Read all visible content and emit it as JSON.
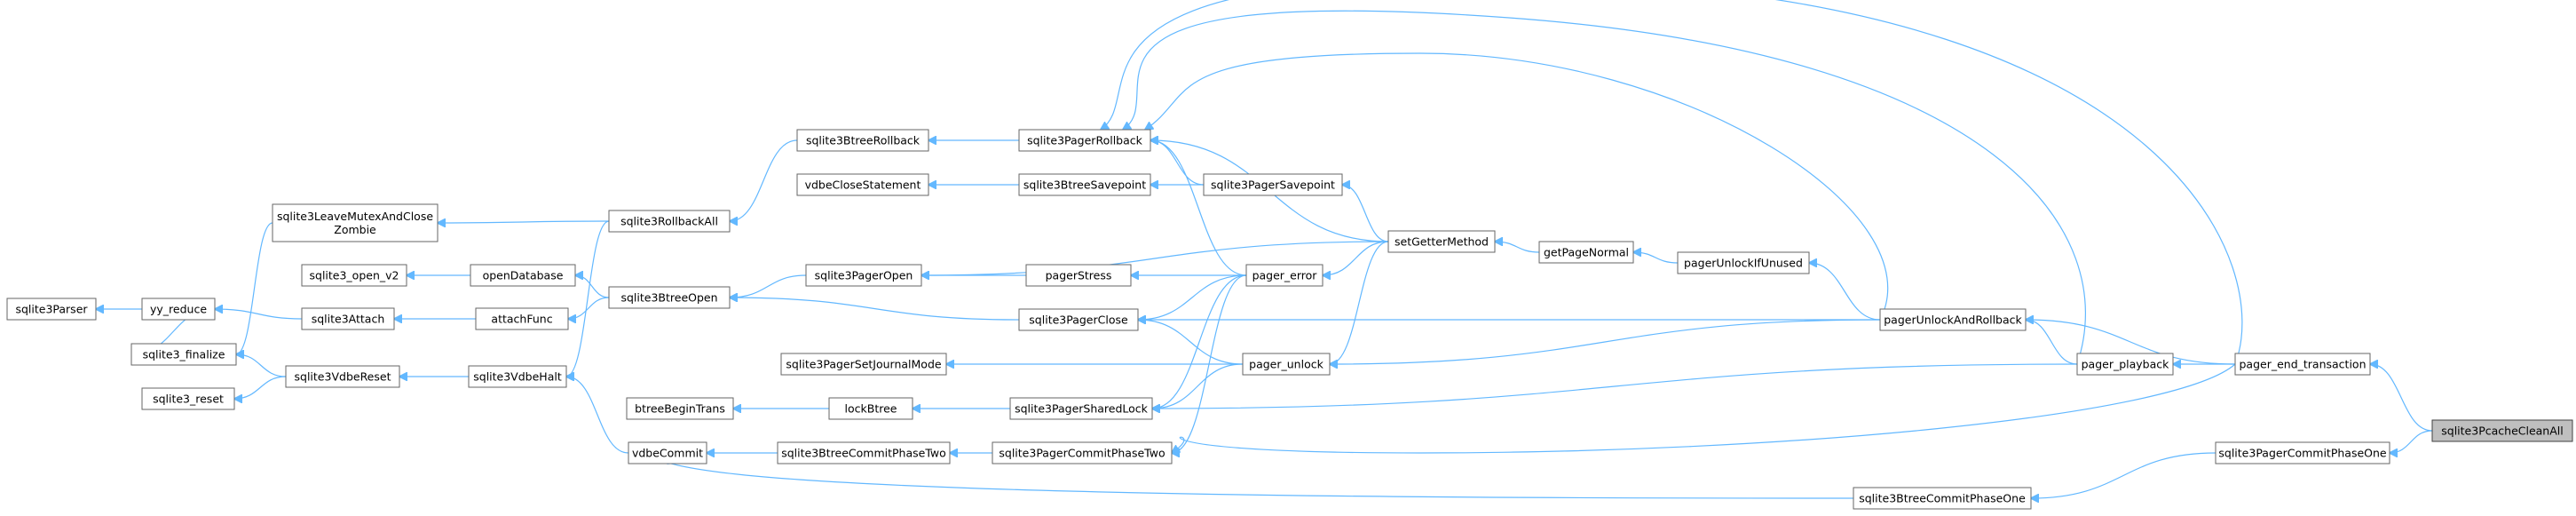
{
  "nodes": [
    {
      "id": "sqlite3Parser",
      "label": "sqlite3Parser"
    },
    {
      "id": "yy_reduce",
      "label": "yy_reduce"
    },
    {
      "id": "sqlite3_finalize",
      "label": "sqlite3_finalize"
    },
    {
      "id": "sqlite3_reset",
      "label": "sqlite3_reset"
    },
    {
      "id": "sqlite3LeaveMutexAndCloseZombie",
      "label": "sqlite3LeaveMutexAndClose\nZombie"
    },
    {
      "id": "sqlite3_open_v2",
      "label": "sqlite3_open_v2"
    },
    {
      "id": "sqlite3Attach",
      "label": "sqlite3Attach"
    },
    {
      "id": "sqlite3VdbeReset",
      "label": "sqlite3VdbeReset"
    },
    {
      "id": "vdbeCommit",
      "label": "vdbeCommit"
    },
    {
      "id": "openDatabase",
      "label": "openDatabase"
    },
    {
      "id": "attachFunc",
      "label": "attachFunc"
    },
    {
      "id": "sqlite3RollbackAll",
      "label": "sqlite3RollbackAll"
    },
    {
      "id": "sqlite3BtreeOpen",
      "label": "sqlite3BtreeOpen"
    },
    {
      "id": "sqlite3VdbeHalt",
      "label": "sqlite3VdbeHalt"
    },
    {
      "id": "sqlite3BtreeRollback",
      "label": "sqlite3BtreeRollback"
    },
    {
      "id": "vdbeCloseStatement",
      "label": "vdbeCloseStatement"
    },
    {
      "id": "sqlite3PagerOpen",
      "label": "sqlite3PagerOpen"
    },
    {
      "id": "sqlite3PagerSetJournalMode",
      "label": "sqlite3PagerSetJournalMode"
    },
    {
      "id": "btreeBeginTrans",
      "label": "btreeBeginTrans"
    },
    {
      "id": "lockBtree",
      "label": "lockBtree"
    },
    {
      "id": "sqlite3BtreeCommitPhaseTwo",
      "label": "sqlite3BtreeCommitPhaseTwo"
    },
    {
      "id": "sqlite3PagerRollback",
      "label": "sqlite3PagerRollback"
    },
    {
      "id": "sqlite3BtreeSavepoint",
      "label": "sqlite3BtreeSavepoint"
    },
    {
      "id": "pagerStress",
      "label": "pagerStress"
    },
    {
      "id": "sqlite3PagerClose",
      "label": "sqlite3PagerClose"
    },
    {
      "id": "sqlite3PagerSharedLock",
      "label": "sqlite3PagerSharedLock"
    },
    {
      "id": "sqlite3PagerCommitPhaseTwo",
      "label": "sqlite3PagerCommitPhaseTwo"
    },
    {
      "id": "sqlite3PagerSavepoint",
      "label": "sqlite3PagerSavepoint"
    },
    {
      "id": "pager_error",
      "label": "pager_error"
    },
    {
      "id": "pager_unlock",
      "label": "pager_unlock"
    },
    {
      "id": "setGetterMethod",
      "label": "setGetterMethod"
    },
    {
      "id": "getPageNormal",
      "label": "getPageNormal"
    },
    {
      "id": "pagerUnlockIfUnused",
      "label": "pagerUnlockIfUnused"
    },
    {
      "id": "sqlite3BtreeCommitPhaseOne",
      "label": "sqlite3BtreeCommitPhaseOne"
    },
    {
      "id": "pagerUnlockAndRollback",
      "label": "pagerUnlockAndRollback"
    },
    {
      "id": "pager_playback",
      "label": "pager_playback"
    },
    {
      "id": "pager_end_transaction",
      "label": "pager_end_transaction"
    },
    {
      "id": "sqlite3PagerCommitPhaseOne",
      "label": "sqlite3PagerCommitPhaseOne"
    },
    {
      "id": "sqlite3PcacheCleanAll",
      "label": "sqlite3PcacheCleanAll"
    }
  ],
  "edges": [
    [
      "yy_reduce",
      "sqlite3Parser"
    ],
    [
      "sqlite3_finalize",
      "yy_reduce"
    ],
    [
      "sqlite3LeaveMutexAndCloseZombie",
      "sqlite3_finalize"
    ],
    [
      "sqlite3Attach",
      "yy_reduce"
    ],
    [
      "sqlite3VdbeReset",
      "sqlite3_finalize"
    ],
    [
      "sqlite3VdbeReset",
      "sqlite3_reset"
    ],
    [
      "sqlite3RollbackAll",
      "sqlite3LeaveMutexAndCloseZombie"
    ],
    [
      "openDatabase",
      "sqlite3_open_v2"
    ],
    [
      "attachFunc",
      "sqlite3Attach"
    ],
    [
      "sqlite3VdbeHalt",
      "sqlite3VdbeReset"
    ],
    [
      "sqlite3RollbackAll",
      "sqlite3VdbeHalt"
    ],
    [
      "sqlite3BtreeOpen",
      "openDatabase"
    ],
    [
      "sqlite3BtreeOpen",
      "attachFunc"
    ],
    [
      "vdbeCommit",
      "sqlite3VdbeHalt"
    ],
    [
      "sqlite3BtreeRollback",
      "sqlite3RollbackAll"
    ],
    [
      "sqlite3PagerOpen",
      "sqlite3BtreeOpen"
    ],
    [
      "lockBtree",
      "btreeBeginTrans"
    ],
    [
      "sqlite3BtreeCommitPhaseTwo",
      "vdbeCommit"
    ],
    [
      "sqlite3PagerRollback",
      "sqlite3BtreeRollback"
    ],
    [
      "sqlite3BtreeSavepoint",
      "vdbeCloseStatement"
    ],
    [
      "pagerStress",
      "sqlite3PagerOpen"
    ],
    [
      "sqlite3PagerClose",
      "sqlite3BtreeOpen"
    ],
    [
      "sqlite3PagerSharedLock",
      "lockBtree"
    ],
    [
      "sqlite3PagerCommitPhaseTwo",
      "sqlite3BtreeCommitPhaseTwo"
    ],
    [
      "sqlite3PagerSavepoint",
      "sqlite3BtreeSavepoint"
    ],
    [
      "sqlite3PagerSavepoint",
      "sqlite3PagerRollback"
    ],
    [
      "pager_error",
      "sqlite3PagerRollback"
    ],
    [
      "pager_error",
      "pagerStress"
    ],
    [
      "pager_error",
      "sqlite3PagerClose"
    ],
    [
      "pager_error",
      "sqlite3PagerSharedLock"
    ],
    [
      "pager_error",
      "sqlite3PagerCommitPhaseTwo"
    ],
    [
      "pager_unlock",
      "sqlite3PagerSetJournalMode"
    ],
    [
      "pager_unlock",
      "sqlite3PagerClose"
    ],
    [
      "pager_unlock",
      "sqlite3PagerSharedLock"
    ],
    [
      "setGetterMethod",
      "sqlite3PagerRollback"
    ],
    [
      "setGetterMethod",
      "sqlite3PagerSavepoint"
    ],
    [
      "setGetterMethod",
      "pager_error"
    ],
    [
      "setGetterMethod",
      "pager_unlock"
    ],
    [
      "setGetterMethod",
      "sqlite3PagerOpen"
    ],
    [
      "getPageNormal",
      "setGetterMethod"
    ],
    [
      "pagerUnlockIfUnused",
      "getPageNormal"
    ],
    [
      "pagerUnlockAndRollback",
      "pagerUnlockIfUnused"
    ],
    [
      "pagerUnlockAndRollback",
      "pager_unlock"
    ],
    [
      "pagerUnlockAndRollback",
      "sqlite3PagerClose"
    ],
    [
      "pagerUnlockAndRollback",
      "sqlite3PagerRollback"
    ],
    [
      "pager_playback",
      "sqlite3PagerSharedLock"
    ],
    [
      "pager_playback",
      "pagerUnlockAndRollback"
    ],
    [
      "pager_playback",
      "sqlite3PagerRollback"
    ],
    [
      "sqlite3PagerCommitPhaseOne",
      "sqlite3BtreeCommitPhaseOne"
    ],
    [
      "sqlite3BtreeCommitPhaseOne",
      "vdbeCommit"
    ],
    [
      "pager_end_transaction",
      "pager_playback"
    ],
    [
      "pager_end_transaction",
      "pagerUnlockAndRollback"
    ],
    [
      "pager_end_transaction",
      "sqlite3PagerCommitPhaseTwo"
    ],
    [
      "pager_end_transaction",
      "sqlite3PagerRollback"
    ],
    [
      "sqlite3PcacheCleanAll",
      "pager_end_transaction"
    ],
    [
      "sqlite3PcacheCleanAll",
      "sqlite3PagerCommitPhaseOne"
    ]
  ]
}
